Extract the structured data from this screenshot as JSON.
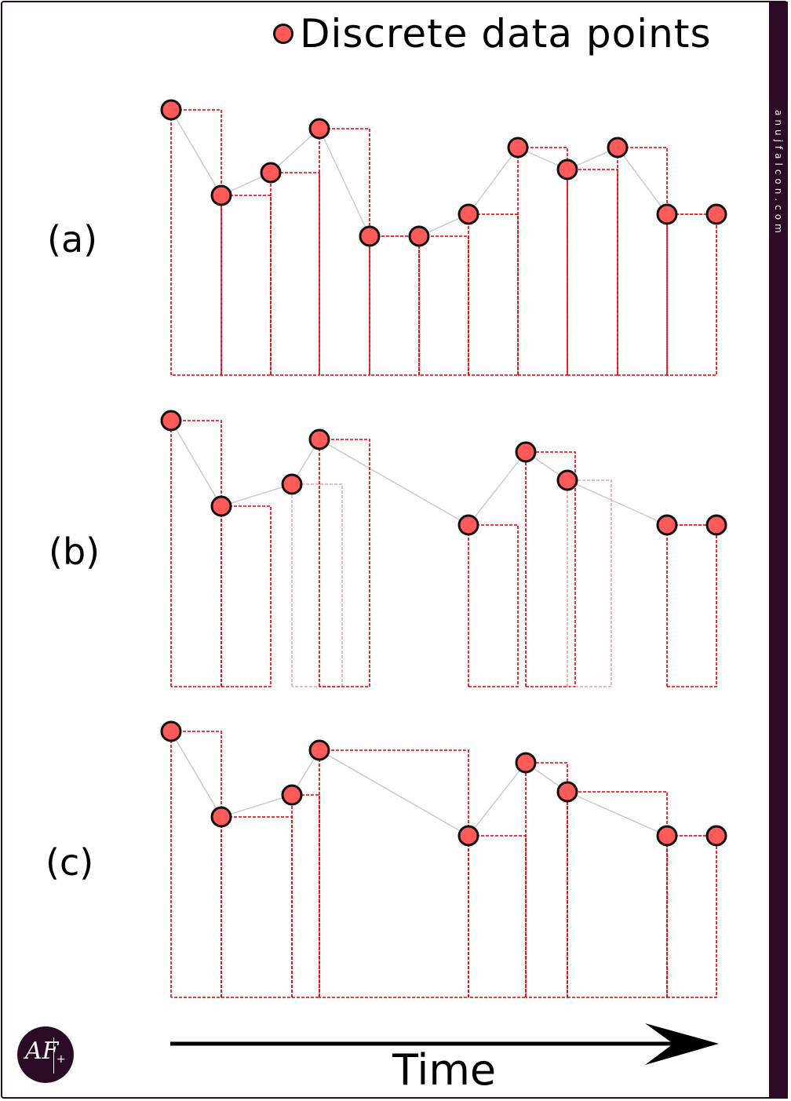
{
  "legend": {
    "label": "Discrete data points",
    "marker_color": "#ff5a5a"
  },
  "watermark": "anujfalcon.com",
  "axis": {
    "label": "Time"
  },
  "logo": {
    "text": "AF",
    "plus": "+"
  },
  "colors": {
    "point_fill": "#ff5a5a",
    "point_stroke": "#111111",
    "hold_line": "#dd0000",
    "connector": "#c8c8c8",
    "frame": "#2a0a25"
  },
  "panels": [
    {
      "label": "(a)"
    },
    {
      "label": "(b)"
    },
    {
      "label": "(c)"
    }
  ]
}
